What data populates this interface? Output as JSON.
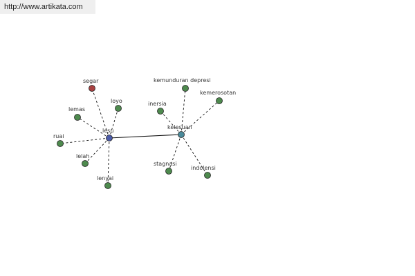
{
  "header": {
    "url_text": "http://www.artikata.com"
  },
  "colors": {
    "edge": "#111111",
    "center_main": "#4a5aa8",
    "center_secondary": "#4a8a9a",
    "leaf": "#4e8a4e",
    "highlight": "#a84040",
    "node_outline": "#222222"
  },
  "graph": {
    "nodes": [
      {
        "id": "lesu",
        "label": "lesu",
        "kind": "center_main"
      },
      {
        "id": "kelesuan",
        "label": "kelesuan",
        "kind": "center_secondary"
      },
      {
        "id": "segar",
        "label": "segar",
        "kind": "highlight"
      },
      {
        "id": "loyo",
        "label": "loyo",
        "kind": "leaf"
      },
      {
        "id": "lemas",
        "label": "lemas",
        "kind": "leaf"
      },
      {
        "id": "ruai",
        "label": "ruai",
        "kind": "leaf"
      },
      {
        "id": "lelah",
        "label": "lelah",
        "kind": "leaf"
      },
      {
        "id": "lenyai",
        "label": "lenyai",
        "kind": "leaf"
      },
      {
        "id": "kemunduran-depresi",
        "label": "kemunduran depresi",
        "kind": "leaf"
      },
      {
        "id": "kemerosotan",
        "label": "kemerosotan",
        "kind": "leaf"
      },
      {
        "id": "inersia",
        "label": "inersia",
        "kind": "leaf"
      },
      {
        "id": "stagnasi",
        "label": "stagnasi",
        "kind": "leaf"
      },
      {
        "id": "indolensi",
        "label": "indolensi",
        "kind": "leaf"
      }
    ],
    "edges": [
      {
        "from": "lesu",
        "to": "kelesuan",
        "style": "solid"
      },
      {
        "from": "lesu",
        "to": "segar",
        "style": "dashed"
      },
      {
        "from": "lesu",
        "to": "loyo",
        "style": "dashed"
      },
      {
        "from": "lesu",
        "to": "lemas",
        "style": "dashed"
      },
      {
        "from": "lesu",
        "to": "ruai",
        "style": "dashed"
      },
      {
        "from": "lesu",
        "to": "lelah",
        "style": "dashed"
      },
      {
        "from": "lesu",
        "to": "lenyai",
        "style": "dashed"
      },
      {
        "from": "kelesuan",
        "to": "kemunduran-depresi",
        "style": "dashed"
      },
      {
        "from": "kelesuan",
        "to": "kemerosotan",
        "style": "dashed"
      },
      {
        "from": "kelesuan",
        "to": "inersia",
        "style": "dashed"
      },
      {
        "from": "kelesuan",
        "to": "stagnasi",
        "style": "dashed"
      },
      {
        "from": "kelesuan",
        "to": "indolensi",
        "style": "dashed"
      }
    ]
  }
}
